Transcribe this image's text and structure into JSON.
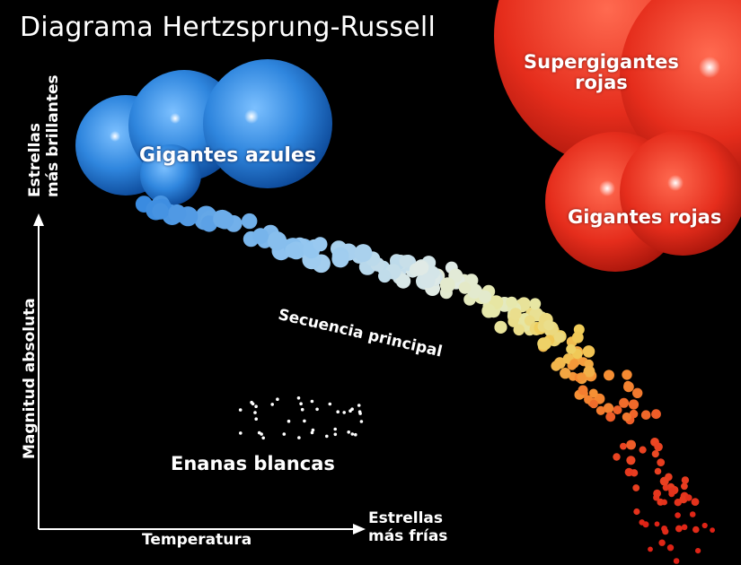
{
  "title": "Diagrama Hertzsprung-Russell",
  "labels": {
    "blue_giants": "Gigantes azules",
    "red_supergiants_line1": "Supergigantes",
    "red_supergiants_line2": "rojas",
    "red_giants": "Gigantes rojas",
    "main_sequence": "Secuencia principal",
    "white_dwarfs": "Enanas blancas"
  },
  "axes": {
    "x_label": "Temperatura",
    "x_end_line1": "Estrellas",
    "x_end_line2": "más frías",
    "y_label": "Magnitud absoluta",
    "y_end_line1": "Estrellas",
    "y_end_line2": "más brillantes"
  },
  "colors": {
    "background": "#000000",
    "blue_star": "#3a8be0",
    "red_star": "#e8321e",
    "text": "#ffffff"
  }
}
